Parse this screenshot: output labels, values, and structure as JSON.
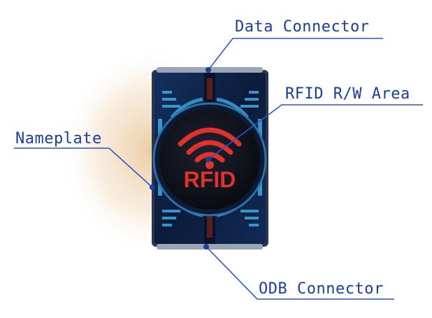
{
  "callouts": {
    "data_connector": "Data Connector",
    "rfid_area": "RFID R/W Area",
    "nameplate": "Nameplate",
    "odb_connector": "ODB Connector"
  },
  "device": {
    "logo_text": "RFID"
  },
  "colors": {
    "callout_text": "#1a3e9c",
    "callout_line": "#2a55c8",
    "device_body": "#0f1f3a",
    "device_accent": "#3fa9e0",
    "rfid_red": "#e0322a"
  }
}
